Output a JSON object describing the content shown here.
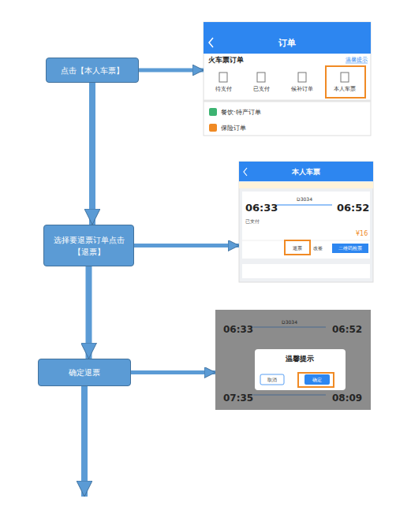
{
  "diagram": {
    "nodes": [
      {
        "text": [
          "点击【本人车票】"
        ]
      },
      {
        "text": [
          "订单",
          "火车票订单",
          "温馨提示",
          "待支付",
          "已支付",
          "候补订单",
          "本人车票",
          "餐饮·特产订单",
          "保险订单"
        ]
      },
      {
        "text": [
          "选择要退票订单点击 【退票】"
        ]
      },
      {
        "text": [
          "本人车票",
          "06:33",
          "D3034",
          "06:52",
          "已支付",
          "¥16",
          "退票",
          "改签",
          "二维码检票"
        ]
      },
      {
        "text": [
          "确定退票"
        ]
      },
      {
        "text": [
          "06:33",
          "D3034",
          "06:52",
          "温馨提示",
          "取消",
          "确定",
          "07:35",
          "08:09"
        ]
      }
    ],
    "edges": [
      {
        "from": 0,
        "to": 2,
        "arrow": "to"
      },
      {
        "from": 2,
        "to": 4,
        "arrow": "to"
      },
      {
        "from": 0,
        "to": 1,
        "arrow": "to"
      },
      {
        "from": 2,
        "to": 3,
        "arrow": "to"
      },
      {
        "from": 4,
        "to": 5,
        "arrow": "to"
      }
    ]
  }
}
